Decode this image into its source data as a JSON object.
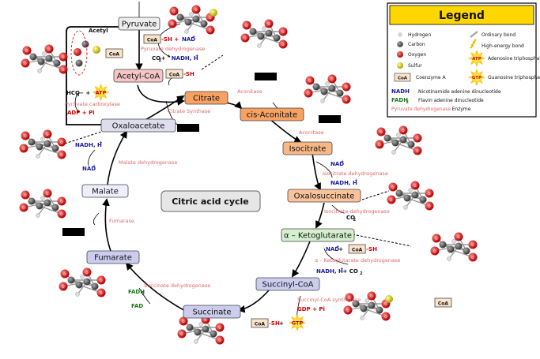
{
  "title": "Citric acid cycle",
  "labels": {
    "acetyl": "Acetyl"
  },
  "nodes": [
    {
      "name": "pyruvate",
      "label": "Pyruvate",
      "fill": "#eeeeee"
    },
    {
      "name": "acetyl-coa",
      "label": "Acetyl-CoA",
      "fill": "#f6c6c6"
    },
    {
      "name": "citrate",
      "label": "Citrate",
      "fill": "#f7a262"
    },
    {
      "name": "cis-aconitate",
      "label": "cis-Aconitate",
      "fill": "#f7a262"
    },
    {
      "name": "isocitrate",
      "label": "Isocitrate",
      "fill": "#f8b886"
    },
    {
      "name": "oxalosuccinate",
      "label": "Oxalosuccinate",
      "fill": "#f8c29a"
    },
    {
      "name": "alpha-ketoglutarate",
      "label": "α – Ketoglutarate",
      "fill": "#d6f0cf"
    },
    {
      "name": "succinyl-coa",
      "label": "Succinyl-CoA",
      "fill": "#ccccee"
    },
    {
      "name": "succinate",
      "label": "Succinate",
      "fill": "#ccccee"
    },
    {
      "name": "fumarate",
      "label": "Fumarate",
      "fill": "#ccccee"
    },
    {
      "name": "malate",
      "label": "Malate",
      "fill": "#eeeeff"
    },
    {
      "name": "oxaloacetate",
      "label": "Oxaloacetate",
      "fill": "#ddddee"
    }
  ],
  "enzymes": [
    {
      "name": "pyruvate-dehydrogenase",
      "label": "Pyruvate dehydrogenase"
    },
    {
      "name": "pyruvate-carboxylase",
      "label": "Pyruvate carboxylase"
    },
    {
      "name": "citrate-synthase",
      "label": "Citrate Synthase"
    },
    {
      "name": "aconitase-1",
      "label": "Aconitase"
    },
    {
      "name": "aconitase-2",
      "label": "Aconitase"
    },
    {
      "name": "isocitrate-dehydrogenase-1",
      "label": "Isocitrate dehydrogenase"
    },
    {
      "name": "isocitrate-dehydrogenase-2",
      "label": "Isocitrate dehydrogenase"
    },
    {
      "name": "ketoglutarate-dehydrogenase",
      "label": "α – Ketoglutarate dehydrogenase"
    },
    {
      "name": "succinyl-coa-synthetase",
      "label": "Succinyl-CoA synthetase"
    },
    {
      "name": "succinate-dehydrogenase",
      "label": "Succinate dehydrogenase"
    },
    {
      "name": "fumarase",
      "label": "Fumarase"
    },
    {
      "name": "malate-dehydrogenase",
      "label": "Malate dehydrogenase"
    }
  ],
  "cofactors": [
    {
      "name": "coa-sh-pyruvate",
      "parts": [
        {
          "t": "CoA",
          "box": true
        },
        {
          "t": "-SH + ",
          "c": "red"
        },
        {
          "t": "NAD",
          "c": "blue"
        },
        {
          "t": "+",
          "c": "blue",
          "sup": true
        }
      ]
    },
    {
      "name": "co2-nadh-pyruvate",
      "parts": [
        {
          "t": "CO",
          "c": "blk"
        },
        {
          "t": "2",
          "c": "blk",
          "sub": true
        },
        {
          "t": " + ",
          "c": "blk"
        },
        {
          "t": "NADH, H",
          "c": "blue"
        },
        {
          "t": "+",
          "c": "blue",
          "sup": true
        }
      ]
    },
    {
      "name": "coa-sh-acetyl",
      "parts": [
        {
          "t": "CoA",
          "box": true
        },
        {
          "t": "-SH",
          "c": "red"
        }
      ]
    },
    {
      "name": "hco3-atp",
      "parts": [
        {
          "t": "HCO",
          "c": "blk"
        },
        {
          "t": "3",
          "c": "blk",
          "sub": true
        },
        {
          "t": "− + ",
          "c": "blk"
        },
        {
          "t": "ATP",
          "star": true
        }
      ]
    },
    {
      "name": "adp-pi",
      "parts": [
        {
          "t": "ADP + Pi",
          "c": "red"
        }
      ]
    },
    {
      "name": "nad-isocitrate",
      "parts": [
        {
          "t": "NAD",
          "c": "blue"
        },
        {
          "t": "+",
          "c": "blue",
          "sup": true
        }
      ]
    },
    {
      "name": "nadh-isocitrate",
      "parts": [
        {
          "t": "NADH, H",
          "c": "blue"
        },
        {
          "t": "+",
          "c": "blue",
          "sup": true
        }
      ]
    },
    {
      "name": "co2-oxalosuccinate",
      "parts": [
        {
          "t": "CO",
          "c": "blk"
        },
        {
          "t": "2",
          "c": "blk",
          "sub": true
        }
      ]
    },
    {
      "name": "nad-coa-ketoglutarate",
      "parts": [
        {
          "t": "NAD",
          "c": "blue"
        },
        {
          "t": "+",
          "c": "blue",
          "sup": true
        },
        {
          "t": " + ",
          "c": "blk"
        },
        {
          "t": "CoA",
          "box": true
        },
        {
          "t": "-SH",
          "c": "red"
        }
      ]
    },
    {
      "name": "nadh-co2-ketoglutarate",
      "parts": [
        {
          "t": "NADH, H",
          "c": "blue"
        },
        {
          "t": "+",
          "c": "blue",
          "sup": true
        },
        {
          "t": " + CO",
          "c": "blk"
        },
        {
          "t": "2",
          "c": "blk",
          "sub": true
        }
      ]
    },
    {
      "name": "gdp-pi",
      "parts": [
        {
          "t": "GDP + Pi",
          "c": "red"
        }
      ]
    },
    {
      "name": "coa-sh-gtp",
      "parts": [
        {
          "t": "CoA",
          "box": true
        },
        {
          "t": "-SH",
          "c": "red"
        },
        {
          "t": " + ",
          "c": "blk"
        },
        {
          "t": "GTP",
          "star": true
        }
      ]
    },
    {
      "name": "fadh2",
      "parts": [
        {
          "t": "FADH",
          "c": "green"
        },
        {
          "t": "2",
          "c": "green",
          "sub": true
        }
      ]
    },
    {
      "name": "fad",
      "parts": [
        {
          "t": "FAD",
          "c": "green"
        }
      ]
    },
    {
      "name": "nadh-oxaloacetate",
      "parts": [
        {
          "t": "NADH, H",
          "c": "blue"
        },
        {
          "t": "+",
          "c": "blue",
          "sup": true
        }
      ]
    },
    {
      "name": "nad-malate",
      "parts": [
        {
          "t": "NAD",
          "c": "blue"
        },
        {
          "t": "+",
          "c": "blue",
          "sup": true
        }
      ]
    },
    {
      "name": "coa-succinyl",
      "parts": [
        {
          "t": "CoA",
          "box": true
        }
      ]
    },
    {
      "name": "coa-acetyl-inset",
      "parts": [
        {
          "t": "CoA",
          "box": true
        }
      ]
    }
  ],
  "legend": {
    "title": "Legend",
    "items": [
      {
        "name": "hydrogen",
        "icon": "hydrogen",
        "label": "Hydrogen"
      },
      {
        "name": "carbon",
        "icon": "carbon",
        "label": "Carbon"
      },
      {
        "name": "oxygen",
        "icon": "oxygen",
        "label": "Oxygen"
      },
      {
        "name": "sulfur",
        "icon": "sulfur",
        "label": "Sulfur"
      },
      {
        "name": "coenzyme-a",
        "icon": "coa-box",
        "label": "Coenzyme A",
        "box_text": "CoA"
      },
      {
        "name": "ordinary-bond",
        "icon": "bond",
        "label": "Ordinary bond"
      },
      {
        "name": "high-energy-bond",
        "icon": "zigzag-bond",
        "label": "High-energy bond"
      },
      {
        "name": "atp",
        "icon": "star",
        "label": "Adenosine triphosphate",
        "star_text": "ATP"
      },
      {
        "name": "gtp",
        "icon": "star",
        "label": "Guanosine triphosphate",
        "star_text": "GTP"
      },
      {
        "name": "nadh",
        "icon": "text",
        "abbr": "NADH",
        "abbr_color": "#1a1aa0",
        "label": "Nicotinamide adenine dinucleotide"
      },
      {
        "name": "fadh2",
        "icon": "text",
        "abbr": "FADH",
        "abbr_sub": "2",
        "abbr_color": "#1a7a1a",
        "label": "Flavin adenine dinucleotide"
      },
      {
        "name": "enzyme",
        "icon": "text",
        "abbr": "Pyruvate dehydrogenase",
        "abbr_color": "#e06666",
        "label": "Enzyme"
      }
    ]
  }
}
